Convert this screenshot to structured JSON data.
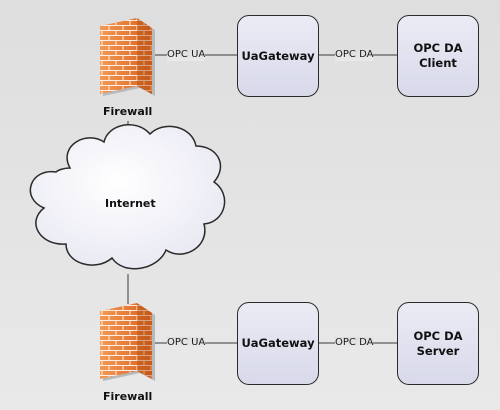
{
  "firewall_top": {
    "label": "Firewall"
  },
  "firewall_bottom": {
    "label": "Firewall"
  },
  "internet": {
    "label": "Internet"
  },
  "top_row": {
    "protocol_left": "OPC UA",
    "gateway": "UaGateway",
    "protocol_right": "OPC DA",
    "endpoint_line1": "OPC DA",
    "endpoint_line2": "Client"
  },
  "bottom_row": {
    "protocol_left": "OPC UA",
    "gateway": "UaGateway",
    "protocol_right": "OPC DA",
    "endpoint_line1": "OPC DA",
    "endpoint_line2": "Server"
  },
  "colors": {
    "background": "#e4e4e4",
    "box_fill": "#dcdcec",
    "firewall_orange": "#e8792e",
    "cloud_fill": "#f4f4fb"
  }
}
